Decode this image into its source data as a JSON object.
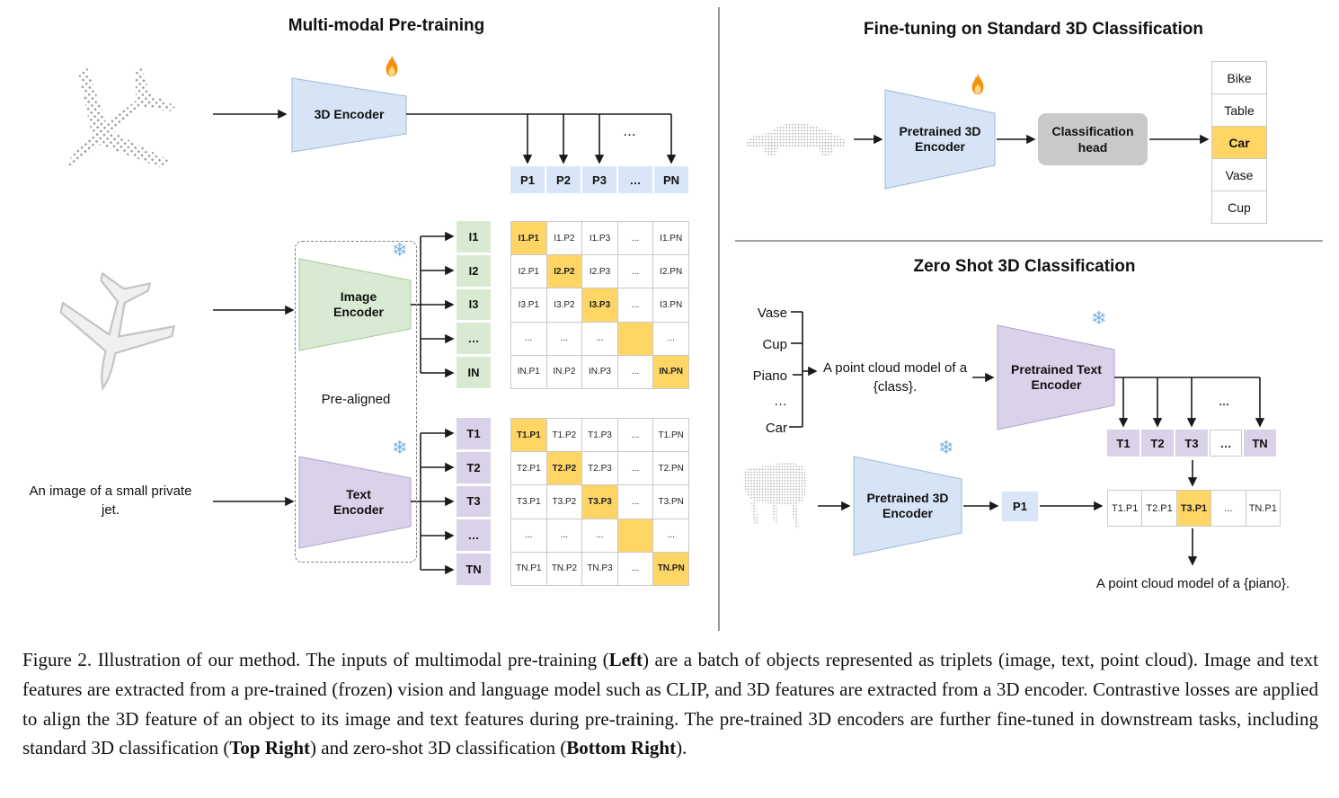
{
  "titles": {
    "pretraining": "Multi-modal Pre-training",
    "finetune": "Fine-tuning on Standard 3D Classification",
    "zeroshot": "Zero Shot 3D Classification"
  },
  "colors": {
    "highlight": "#FFD666",
    "encoder_blue": "#d6e4f6",
    "encoder_green": "#d9ead3",
    "encoder_purple": "#d9d2e9",
    "head_gray": "#c9c9c9"
  },
  "pretraining": {
    "encoder_3d": "3D Encoder",
    "image_encoder": "Image Encoder",
    "text_encoder": "Text Encoder",
    "pre_aligned": "Pre-aligned",
    "input_caption": "An image of a small private jet.",
    "dots_small": "...",
    "p_row": [
      "P1",
      "P2",
      "P3",
      "…",
      "PN"
    ],
    "i_col": [
      "I1",
      "I2",
      "I3",
      "…",
      "IN"
    ],
    "t_col": [
      "T1",
      "T2",
      "T3",
      "…",
      "TN"
    ],
    "image_matrix": [
      [
        "I1.P1",
        "I1.P2",
        "I1.P3",
        "...",
        "I1.PN"
      ],
      [
        "I2.P1",
        "I2.P2",
        "I2.P3",
        "...",
        "I2.PN"
      ],
      [
        "I3.P1",
        "I3.P2",
        "I3.P3",
        "...",
        "I3.PN"
      ],
      [
        "...",
        "...",
        "...",
        "",
        "..."
      ],
      [
        "IN.P1",
        "IN.P2",
        "IN.P3",
        "...",
        "IN.PN"
      ]
    ],
    "text_matrix": [
      [
        "T1.P1",
        "T1.P2",
        "T1.P3",
        "...",
        "T1.PN"
      ],
      [
        "T2.P1",
        "T2.P2",
        "T2.P3",
        "...",
        "T2.PN"
      ],
      [
        "T3.P1",
        "T3.P2",
        "T3.P3",
        "...",
        "T3.PN"
      ],
      [
        "...",
        "...",
        "...",
        "",
        "..."
      ],
      [
        "TN.P1",
        "TN.P2",
        "TN.P3",
        "...",
        "TN.PN"
      ]
    ]
  },
  "finetune": {
    "encoder": "Pretrained 3D Encoder",
    "head": "Classification head",
    "classes": [
      "Bike",
      "Table",
      "Car",
      "Vase",
      "Cup"
    ]
  },
  "zeroshot": {
    "class_list": [
      "Vase",
      "Cup",
      "Piano",
      "…",
      "Car"
    ],
    "prompt": "A point cloud model of a {class}.",
    "text_encoder": "Pretrained Text Encoder",
    "encoder_3d": "Pretrained 3D Encoder",
    "p1": "P1",
    "dots_small": "…",
    "t_row": [
      "T1",
      "T2",
      "T3",
      "…",
      "TN"
    ],
    "tp_row": [
      "T1.P1",
      "T2.P1",
      "T3.P1",
      "...",
      "TN.P1"
    ],
    "result": "A point cloud model of a {piano}."
  },
  "caption": {
    "p1": "Figure 2. Illustration of our method. The inputs of multimodal pre-training (",
    "b1": "Left",
    "p2": ") are a batch of objects represented as triplets (image, text, point cloud). Image and text features are extracted from a pre-trained (frozen) vision and language model such as CLIP, and 3D features are extracted from a 3D encoder. Contrastive losses are applied to align the 3D feature of an object to its image and text features during pre-training. The pre-trained 3D encoders are further fine-tuned in downstream tasks, including standard 3D classification (",
    "b2": "Top Right",
    "p3": ") and zero-shot 3D classification (",
    "b3": "Bottom Right",
    "p4": ")."
  }
}
